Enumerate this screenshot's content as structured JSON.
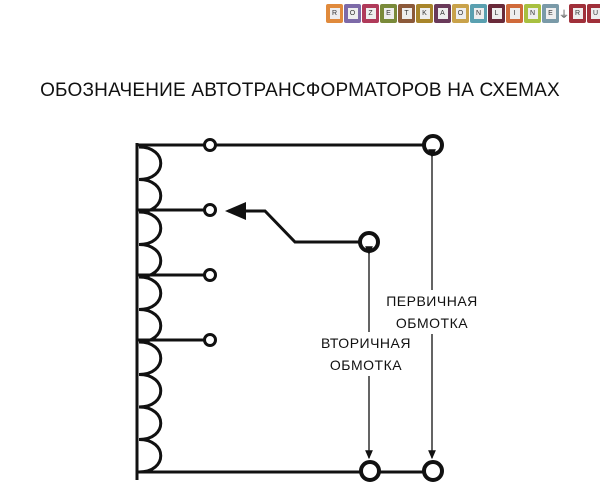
{
  "logo": {
    "text": "ROZETKAONLINE.RU",
    "letters": [
      "R",
      "O",
      "Z",
      "E",
      "T",
      "K",
      "A",
      "O",
      "N",
      "L",
      "I",
      "N",
      "E",
      "",
      "R",
      "U"
    ],
    "colors": [
      "#e08a3c",
      "#7d6aa8",
      "#b03a5a",
      "#7a8a3a",
      "#8c5a3a",
      "#a8852a",
      "#6a3a5a",
      "#c9a24a",
      "#5aa0b0",
      "#6a2a3a",
      "#d06a3a",
      "#a8c040",
      "#7a9aa8",
      "#ffffff",
      "#a0303a",
      "#a0303a"
    ]
  },
  "title": "ОБОЗНАЧЕНИЕ АВТОТРАНСФОРМАТОРОВ НА СХЕМАХ",
  "labels": {
    "primary_1": "ПЕРВИЧНАЯ",
    "primary_2": "ОБМОТКА",
    "secondary_1": "ВТОРИЧНАЯ",
    "secondary_2": "ОБМОТКА"
  }
}
